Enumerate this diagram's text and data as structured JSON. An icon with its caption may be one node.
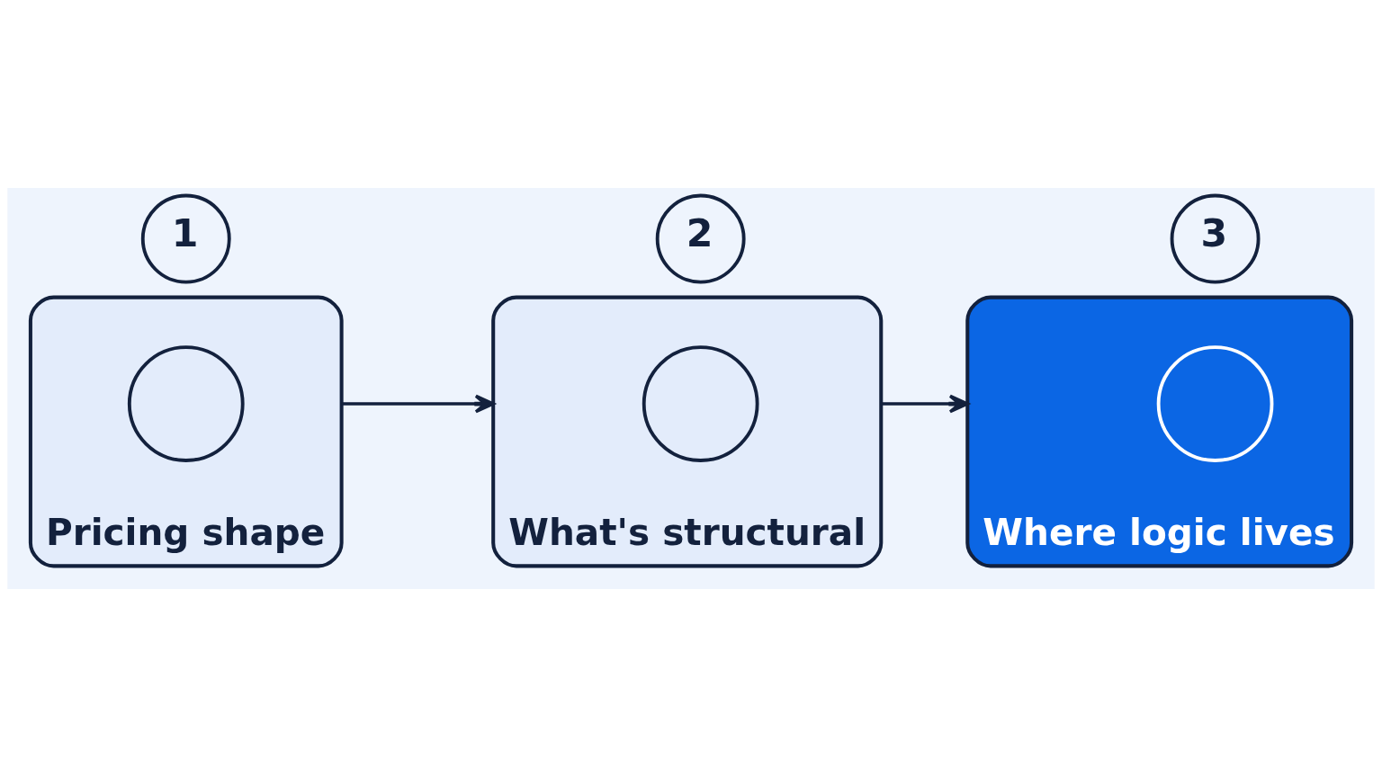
{
  "diagram": {
    "nodes": [
      {
        "text": [
          "1"
        ]
      },
      {
        "text": [
          "2"
        ]
      },
      {
        "text": [
          "3"
        ]
      },
      {
        "text": [
          "Pricing shape"
        ]
      },
      {
        "text": [],
        "shape": "circle",
        "in": 3
      },
      {
        "text": [
          "What's structural"
        ]
      },
      {
        "text": [],
        "shape": "circle",
        "in": 5
      },
      {
        "text": [
          "Where logic lives"
        ]
      },
      {
        "text": [],
        "shape": "circle",
        "in": 7
      }
    ],
    "edges": [
      {
        "from": 3,
        "to": 5,
        "arrow": "to"
      },
      {
        "from": 5,
        "to": 7,
        "arrow": "to"
      }
    ]
  }
}
